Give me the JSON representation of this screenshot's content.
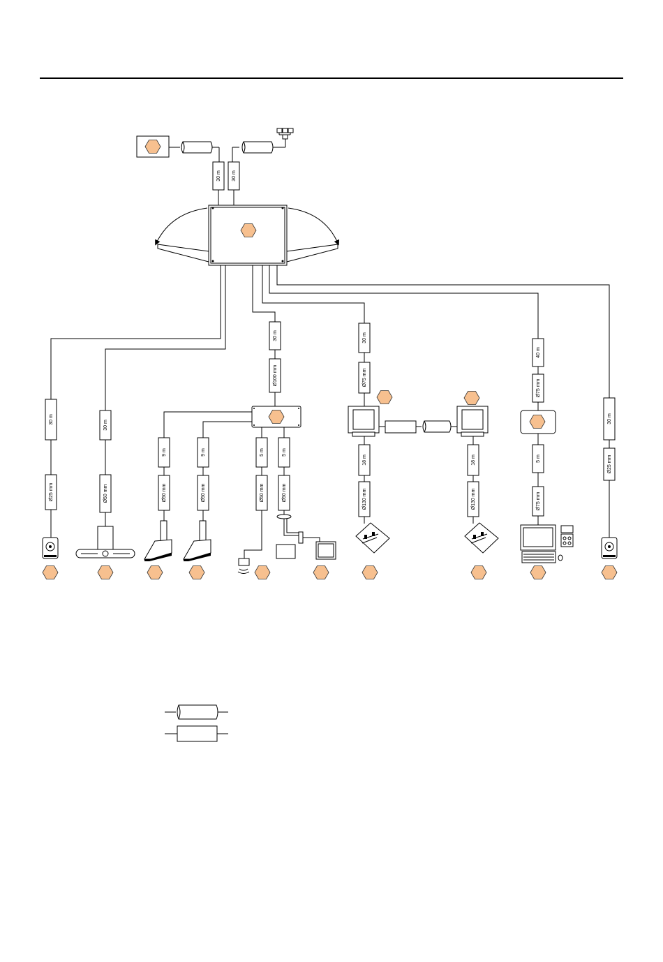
{
  "colors": {
    "marker_fill": "#f7c08f",
    "marker_stroke": "#333333",
    "line": "#000000"
  },
  "icons": {
    "cable": "cable-tube-icon",
    "box": "junction-box-icon",
    "network": "network-hub-icon",
    "panel": "keypad-panel-icon",
    "joystick": "joystick-icon",
    "ptz": "ptz-camera-icon",
    "pedal": "foot-pedal-icon",
    "sensor": "sensor-icon",
    "monitor": "monitor-icon",
    "workstation": "workstation-icon",
    "tablet": "tablet-icon"
  },
  "labels": {
    "top_a": "30 m",
    "top_b": "30 m",
    "c1_len": "30 m",
    "c1_dia": "Ø25 mm",
    "c2_len": "30 m",
    "c2_dia": "Ø50 mm",
    "trunk_len": "30 m",
    "trunk_dia": "Ø100 mm",
    "p1_len": "9 m",
    "p1_dia": "Ø50 mm",
    "p2_len": "9 m",
    "p2_dia": "Ø50 mm",
    "s1_len": "5 m",
    "s1_dia": "Ø50 mm",
    "s2_len": "5 m",
    "s2_dia": "Ø50 mm",
    "k1_len": "30 m",
    "k1_dia": "Ø75 mm",
    "k1_lower_len": "18 m",
    "k1_lower_dia": "Ø130 mm",
    "k2_lower_len": "18 m",
    "k2_lower_dia": "Ø130 mm",
    "w_len": "40 m",
    "w_dia": "Ø75 mm",
    "w_lower_len": "5 m",
    "w_lower_dia": "Ø75 mm",
    "r_len": "30 m",
    "r_dia": "Ø25 mm"
  }
}
